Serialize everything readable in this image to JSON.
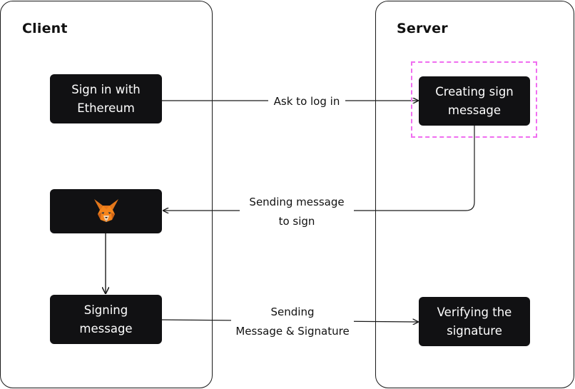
{
  "panels": {
    "client_title": "Client",
    "server_title": "Server"
  },
  "nodes": {
    "sign_in": "Sign in with\nEthereum",
    "metamask_icon": "metamask-fox-icon",
    "signing": "Signing\nmessage",
    "creating": "Creating sign\nmessage",
    "verifying": "Verifying the\nsignature"
  },
  "edges": {
    "ask_login": "Ask to log in",
    "sending_to_sign": "Sending message\nto sign",
    "sending_signature": "Sending\nMessage & Signature"
  },
  "colors": {
    "node_fill": "#111113",
    "node_text": "#ffffff",
    "highlight": "#f06ef0",
    "line": "#1a1a1a"
  }
}
